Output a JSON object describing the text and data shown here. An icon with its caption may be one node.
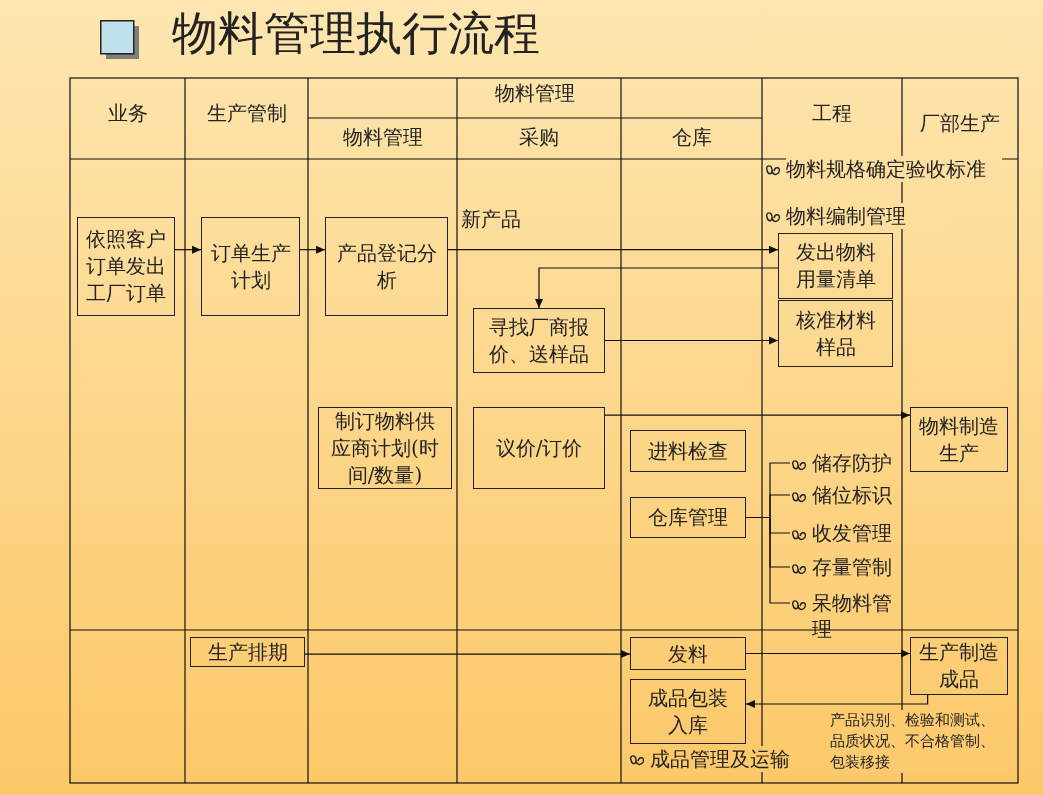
{
  "diagram": {
    "title": "物料管理执行流程",
    "nodes": [
      {
        "text": [
          "依照客户订单发出工厂订单"
        ]
      },
      {
        "text": [
          "订单生产计划"
        ]
      },
      {
        "text": [
          "产品登记分析"
        ]
      },
      {
        "text": [
          "发出物料用量清单"
        ]
      },
      {
        "text": [
          "寻找厂商报价、送样品"
        ]
      },
      {
        "text": [
          "核准材料样品"
        ]
      },
      {
        "text": [
          "制订物料供应商计划(时间/数量)"
        ]
      },
      {
        "text": [
          "议价/订价"
        ]
      },
      {
        "text": [
          "物料制造生产"
        ]
      },
      {
        "text": [
          "进料检查"
        ]
      },
      {
        "text": [
          "仓库管理"
        ]
      },
      {
        "text": [
          "储存防护"
        ]
      },
      {
        "text": [
          "储位标识"
        ]
      },
      {
        "text": [
          "收发管理"
        ]
      },
      {
        "text": [
          "存量管制"
        ]
      },
      {
        "text": [
          "呆物料管理"
        ]
      },
      {
        "text": [
          "生产排期"
        ]
      },
      {
        "text": [
          "发料"
        ]
      },
      {
        "text": [
          "生产制造成品"
        ]
      },
      {
        "text": [
          "成品包装入库"
        ]
      }
    ],
    "edges": [
      {
        "from": 0,
        "to": 1,
        "arrow": "to"
      },
      {
        "from": 1,
        "to": 2,
        "arrow": "to"
      },
      {
        "from": 2,
        "to": 3,
        "arrow": "to",
        "label": "新产品"
      },
      {
        "from": 3,
        "to": 4,
        "arrow": "to"
      },
      {
        "from": 4,
        "to": 5,
        "arrow": "to"
      },
      {
        "from": 7,
        "to": 8,
        "arrow": "to"
      },
      {
        "from": 10,
        "to": 11,
        "arrow": "none"
      },
      {
        "from": 10,
        "to": 12,
        "arrow": "none"
      },
      {
        "from": 10,
        "to": 13,
        "arrow": "none"
      },
      {
        "from": 10,
        "to": 14,
        "arrow": "none"
      },
      {
        "from": 10,
        "to": 15,
        "arrow": "none"
      },
      {
        "from": 16,
        "to": 17,
        "arrow": "to"
      },
      {
        "from": 17,
        "to": 18,
        "arrow": "to"
      },
      {
        "from": 18,
        "to": 19,
        "arrow": "to"
      }
    ],
    "labels": [
      "业务",
      "生产管制",
      "物料管理",
      "物料管理",
      "采购",
      "仓库",
      "工程",
      "厂部生产",
      "物料规格确定验收标准",
      "物料编制管理",
      "成品管理及运输",
      "产品识别、检验和测试、品质状况、不合格管制、包装移接"
    ]
  }
}
